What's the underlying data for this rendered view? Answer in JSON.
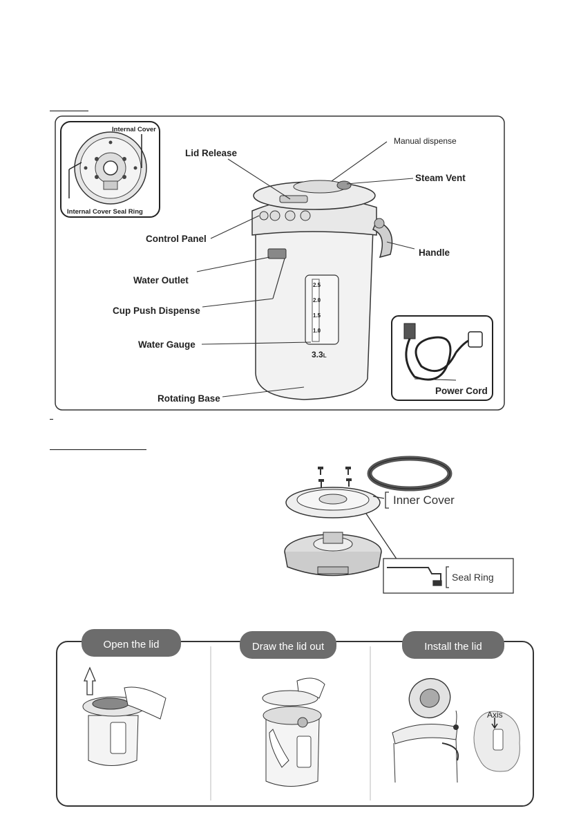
{
  "diagram1": {
    "labels": {
      "internal_cover": "Internal Cover",
      "internal_cover_seal_ring": "Internal Cover Seal Ring",
      "lid_release": "Lid Release",
      "manual_dispense": "Manual dispense",
      "steam_vent": "Steam Vent",
      "control_panel": "Control Panel",
      "handle": "Handle",
      "water_outlet": "Water Outlet",
      "cup_push_dispense": "Cup Push Dispense",
      "water_gauge": "Water Gauge",
      "rotating_base": "Rotating Base",
      "power_cord": "Power Cord"
    },
    "gauge_marks": [
      "2.5",
      "2.0",
      "1.5",
      "1.0"
    ],
    "capacity": "3.3",
    "capacity_unit": "L"
  },
  "diagram2": {
    "inner_cover": "Inner Cover",
    "seal_ring": "Seal Ring"
  },
  "steps": [
    {
      "label": "Open the lid"
    },
    {
      "label": "Draw the lid out"
    },
    {
      "label": "Install the lid"
    }
  ],
  "axis_label": "Axis"
}
